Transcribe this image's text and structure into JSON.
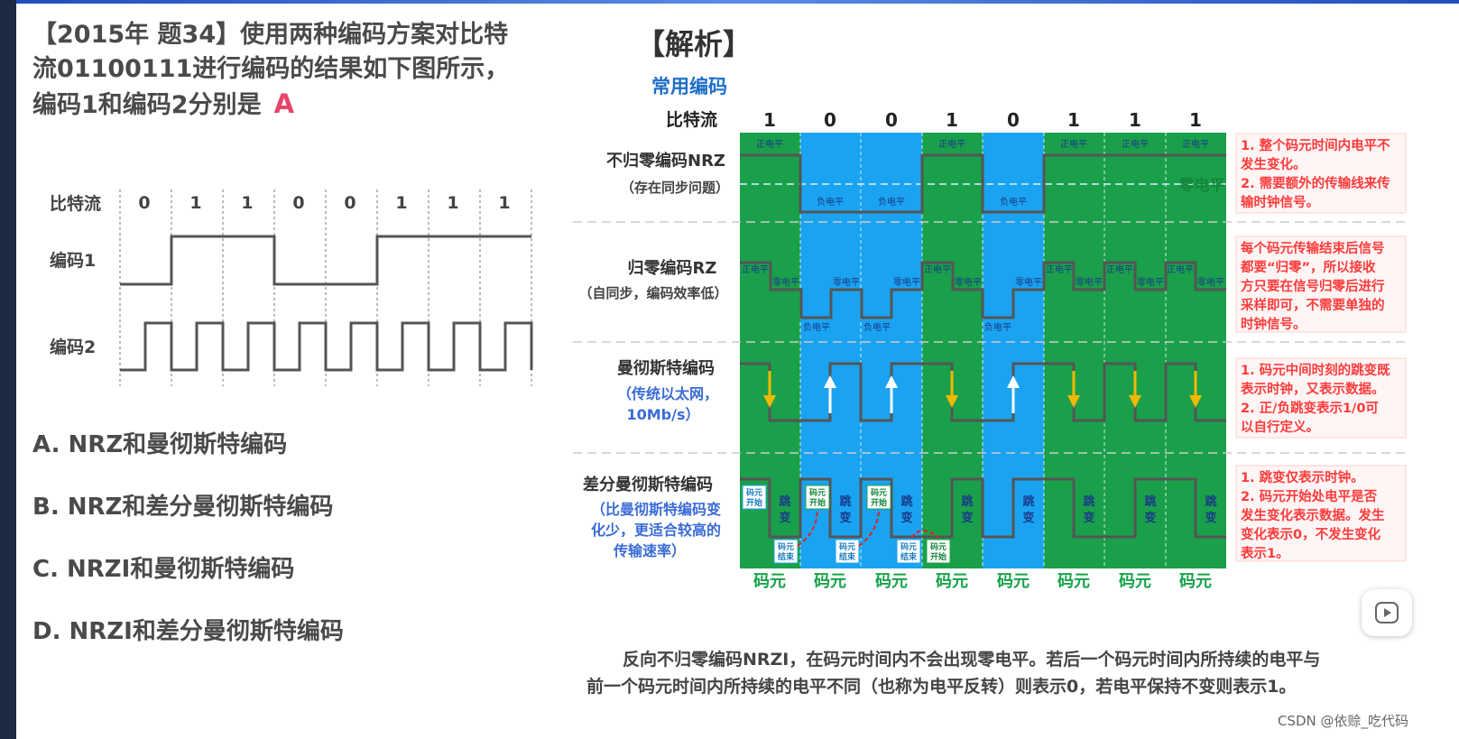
{
  "question": {
    "title_line1": "【2015年 题34】使用两种编码方案对比特",
    "title_line2": "流01100111进行编码的结果如下图所示，",
    "title_line3": "编码1和编码2分别是",
    "answer": "A"
  },
  "left_diagram": {
    "bitstream_label": "比特流",
    "bits": [
      "0",
      "1",
      "1",
      "0",
      "0",
      "1",
      "1",
      "1"
    ],
    "code1_label": "编码1",
    "code2_label": "编码2"
  },
  "options": [
    "A. NRZ和曼彻斯特编码",
    "B. NRZ和差分曼彻斯特编码",
    "C. NRZI和曼彻斯特编码",
    "D. NRZI和差分曼彻斯特编码"
  ],
  "analysis": {
    "title": "【解析】",
    "subtitle": "常用编码",
    "bitstream_label": "比特流",
    "bits": [
      "1",
      "0",
      "0",
      "1",
      "0",
      "1",
      "1",
      "1"
    ],
    "rows": [
      {
        "name": "不归零编码NRZ",
        "sub1": "（存在同步问题）",
        "sub2": ""
      },
      {
        "name": "归零编码RZ",
        "sub1": "（自同步，编码效率低）",
        "sub2": ""
      },
      {
        "name": "曼彻斯特编码",
        "sub1": "（传统以太网，",
        "sub2": "10Mb/s）"
      },
      {
        "name": "差分曼彻斯特编码",
        "sub1": "（比曼彻斯特编码变",
        "sub2": "化少，更适合较高的",
        "sub3": "传输速率）"
      }
    ],
    "labels": {
      "pos": "正电平",
      "neg": "负电平",
      "zero": "零电平",
      "zero_big": "零电平",
      "jump_top": "跳",
      "jump_bot": "变",
      "start_top": "码元",
      "start_bot": "开始",
      "end_top": "码元",
      "end_bot": "结束",
      "unit": "码元"
    },
    "notes": {
      "nrz": [
        "1. 整个码元时间内电平不",
        "发生变化。",
        "2. 需要额外的传输线来传",
        "输时钟信号。"
      ],
      "rz": [
        "每个码元传输结束后信号",
        "都要“归零”，所以接收",
        "方只要在信号归零后进行",
        "采样即可，不需要单独的",
        "时钟信号。"
      ],
      "man": [
        "1. 码元中间时刻的跳变既",
        "表示时钟，又表示数据。",
        "2. 正/负跳变表示1/0可",
        "以自行定义。"
      ],
      "diff": [
        "1. 跳变仅表示时钟。",
        "2. 码元开始处电平是否",
        "发生变化表示数据。发生",
        "变化表示0，不发生变化",
        "表示1。"
      ]
    },
    "bottom_line1": "反向不归零编码NRZI，在码元时间内不会出现零电平。若后一个码元时间内所持续的电平与",
    "bottom_line2": "前一个码元时间内所持续的电平不同（也称为电平反转）则表示0，若电平保持不变则表示1。"
  },
  "credit": "CSDN @依赊_吃代码",
  "colors": {
    "green": "#1aa04a",
    "blue": "#1aa3f0",
    "answer": "#e8456b",
    "note": "#ff3b3b"
  }
}
